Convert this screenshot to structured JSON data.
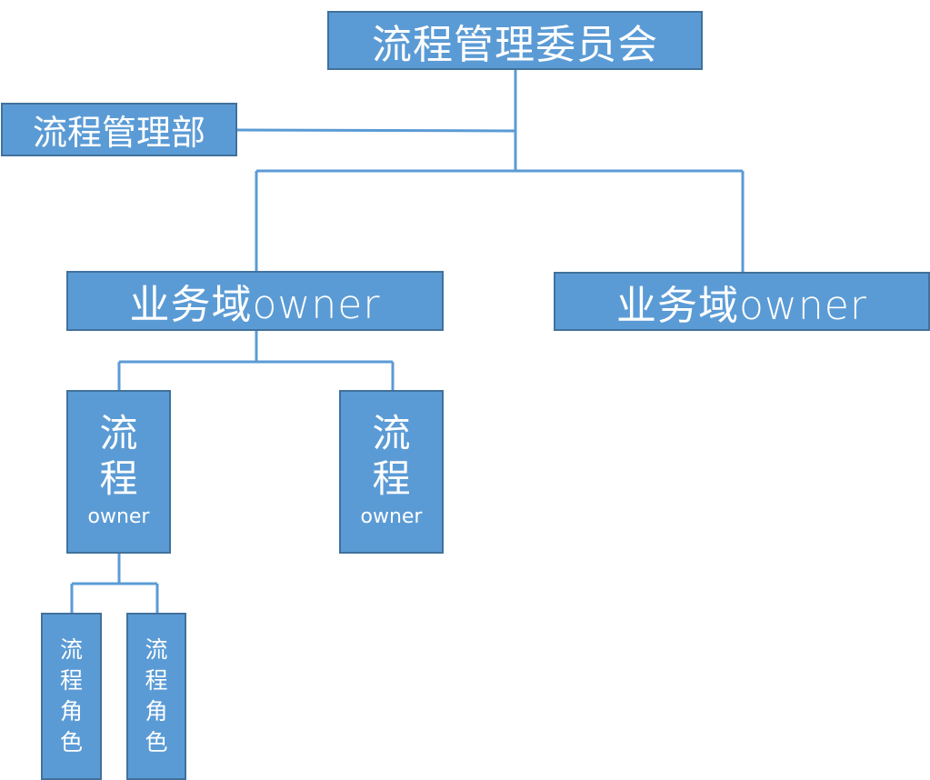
{
  "diagram": {
    "title": "流程管理组织架构",
    "colors": {
      "node_fill": "#5b9bd5",
      "node_border": "#41719c",
      "connector": "#5b9bd5",
      "text": "#ffffff"
    },
    "nodes": {
      "committee": {
        "label": "流程管理委员会"
      },
      "department": {
        "label": "流程管理部"
      },
      "domain_owner_left": {
        "label": "业务域owner"
      },
      "domain_owner_right": {
        "label": "业务域owner"
      },
      "process_owner_left": {
        "chars": [
          "流",
          "程"
        ],
        "sub": "owner"
      },
      "process_owner_right": {
        "chars": [
          "流",
          "程"
        ],
        "sub": "owner"
      },
      "process_role_1": {
        "chars": [
          "流",
          "程",
          "角",
          "色"
        ]
      },
      "process_role_2": {
        "chars": [
          "流",
          "程",
          "角",
          "色"
        ]
      }
    },
    "edges": [
      {
        "from": "committee",
        "to": "department"
      },
      {
        "from": "committee",
        "to": "domain_owner_left"
      },
      {
        "from": "committee",
        "to": "domain_owner_right"
      },
      {
        "from": "domain_owner_left",
        "to": "process_owner_left"
      },
      {
        "from": "domain_owner_left",
        "to": "process_owner_right"
      },
      {
        "from": "process_owner_left",
        "to": "process_role_1"
      },
      {
        "from": "process_owner_left",
        "to": "process_role_2"
      }
    ]
  }
}
